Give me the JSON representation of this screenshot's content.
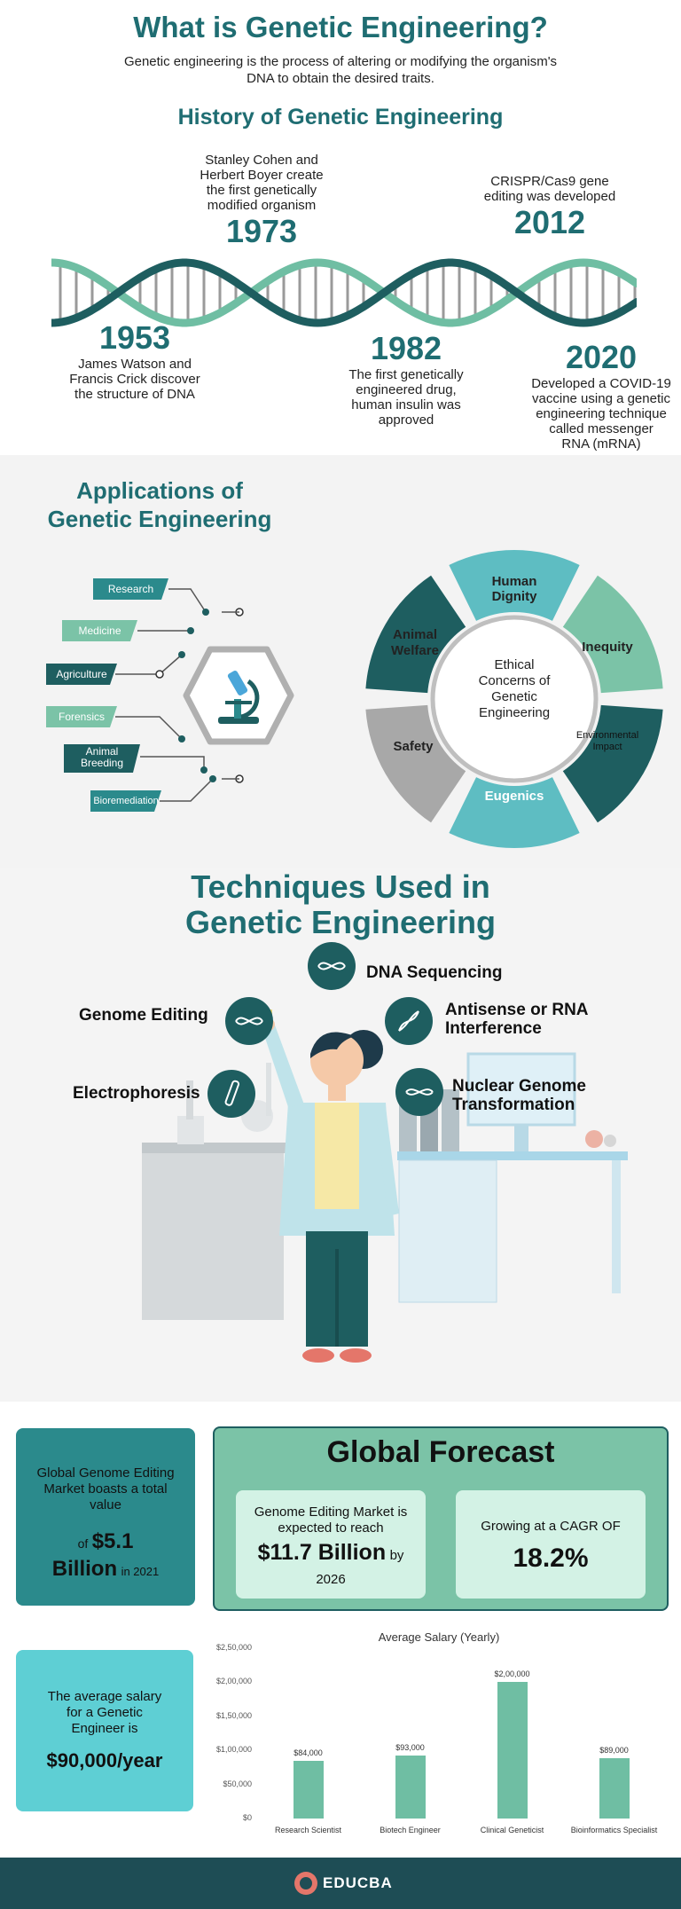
{
  "header": {
    "title": "What is Genetic Engineering?",
    "subtitle_line1": "Genetic engineering is the process of altering or modifying the organism's",
    "subtitle_line2": "DNA to obtain the desired traits."
  },
  "history": {
    "title": "History of Genetic Engineering",
    "events": [
      {
        "year": "1953",
        "lines": [
          "James Watson and",
          "Francis Crick discover",
          "the structure of DNA"
        ]
      },
      {
        "year": "1973",
        "lines": [
          "Stanley Cohen and",
          "Herbert Boyer create",
          "the first genetically",
          "modified organism"
        ]
      },
      {
        "year": "1982",
        "lines": [
          "The first genetically",
          "engineered drug,",
          "human insulin was",
          "approved"
        ]
      },
      {
        "year": "2012",
        "lines": [
          "CRISPR/Cas9 gene",
          "editing was developed"
        ]
      },
      {
        "year": "2020",
        "lines": [
          "Developed a COVID-19",
          "vaccine using a genetic",
          "engineering technique",
          "called messenger",
          "RNA (mRNA)"
        ]
      }
    ]
  },
  "applications": {
    "title_line1": "Applications of",
    "title_line2": "Genetic Engineering",
    "items": [
      "Research",
      "Medicine",
      "Agriculture",
      "Forensics",
      "Animal Breeding",
      "Bioremediation"
    ],
    "icon": "microscope-icon"
  },
  "ethics": {
    "center_lines": [
      "Ethical",
      "Concerns of",
      "Genetic",
      "Engineering"
    ],
    "segments": [
      {
        "label": "Human Dignity",
        "color": "#5ebdc2"
      },
      {
        "label": "Inequity",
        "color": "#7bc3a7"
      },
      {
        "label": "Environmental Impact",
        "color": "#1e5e60"
      },
      {
        "label": "Eugenics",
        "color": "#5ebdc2"
      },
      {
        "label": "Safety",
        "color": "#a8a8a8"
      },
      {
        "label": "Animal Welfare",
        "color": "#1e5e60"
      }
    ]
  },
  "techniques": {
    "title_line1": "Techniques Used in",
    "title_line2": "Genetic Engineering",
    "items": [
      {
        "label": "DNA Sequencing",
        "icon": "dna-icon"
      },
      {
        "label": "Genome Editing",
        "icon": "dna-icon"
      },
      {
        "label_line1": "Antisense or RNA",
        "label_line2": "Interference",
        "icon": "dna-icon"
      },
      {
        "label": "Electrophoresis",
        "icon": "test-tube-icon"
      },
      {
        "label_line1": "Nuclear Genome",
        "label_line2": "Transformation",
        "icon": "dna-icon"
      }
    ]
  },
  "stats": {
    "market_value_lines": [
      "Global Genome Editing",
      "Market boasts a total",
      "value"
    ],
    "market_value_of": "of",
    "market_value_amount": "$5.1",
    "market_value_unit": "Billion",
    "market_value_year": "in 2021",
    "forecast_title": "Global Forecast",
    "forecast_market_lines": [
      "Genome Editing Market is",
      "expected to reach"
    ],
    "forecast_market_amount": "$11.7 Billion",
    "forecast_market_by": "by",
    "forecast_market_year": "2026",
    "cagr_label": "Growing at a CAGR OF",
    "cagr_value": "18.2%",
    "salary_lines": [
      "The average salary",
      "for a Genetic",
      "Engineer is"
    ],
    "salary_value": "$90,000/year"
  },
  "chart_data": {
    "type": "bar",
    "title": "Average Salary (Yearly)",
    "categories": [
      "Research Scientist",
      "Biotech Engineer",
      "Clinical Geneticist",
      "Bioinformatics Specialist"
    ],
    "values": [
      84000,
      93000,
      200000,
      89000
    ],
    "value_labels": [
      "$84,000",
      "$93,000",
      "$2,00,000",
      "$89,000"
    ],
    "yticks": [
      0,
      50000,
      100000,
      150000,
      200000,
      250000
    ],
    "ytick_labels": [
      "$0",
      "$50,000",
      "$1,00,000",
      "$1,50,000",
      "$2,00,000",
      "$2,50,000"
    ],
    "ylim": [
      0,
      250000
    ],
    "color": "#6fbea3",
    "grid": false
  },
  "footer": {
    "brand": "EDUCBA",
    "logo_icon": "educba-logo-icon"
  }
}
